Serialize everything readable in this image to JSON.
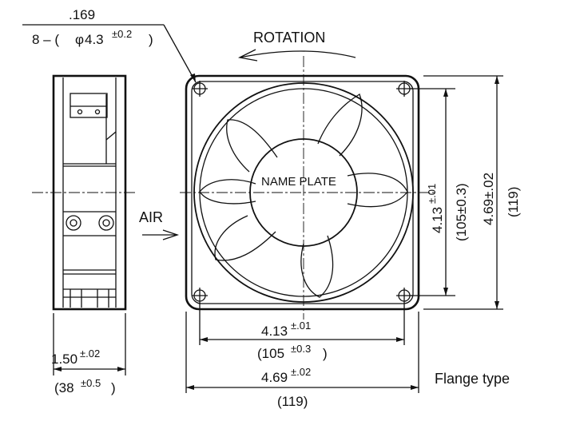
{
  "hole": {
    "spacing_label": ".169",
    "count_prefix": "8 – (",
    "diameter_symbol": "φ",
    "diameter": "4.3",
    "tolerance": "±0.2",
    "close": ")"
  },
  "rotation": {
    "label": "ROTATION"
  },
  "airflow": {
    "label": "AIR"
  },
  "fan": {
    "name_plate": "NAME  PLATE"
  },
  "depth": {
    "inch": "1.50",
    "inch_tol": "±.02",
    "mm_open": "(38",
    "mm_tol": "±0.5",
    "mm_close": ")"
  },
  "hole_pitch_h": {
    "inch": "4.13",
    "inch_tol": "±.01",
    "mm_open": "(105",
    "mm_tol": "±0.3",
    "mm_close": ")"
  },
  "overall_h": {
    "inch": "4.69",
    "inch_tol": "±.02",
    "mm": "(119)"
  },
  "hole_pitch_v": {
    "inch": "4.13",
    "inch_tol": "±.01",
    "mm": "(105±0.3)"
  },
  "overall_v": {
    "inch": "4.69±.02",
    "mm": "(119)"
  },
  "caption": {
    "text": "Flange type"
  }
}
